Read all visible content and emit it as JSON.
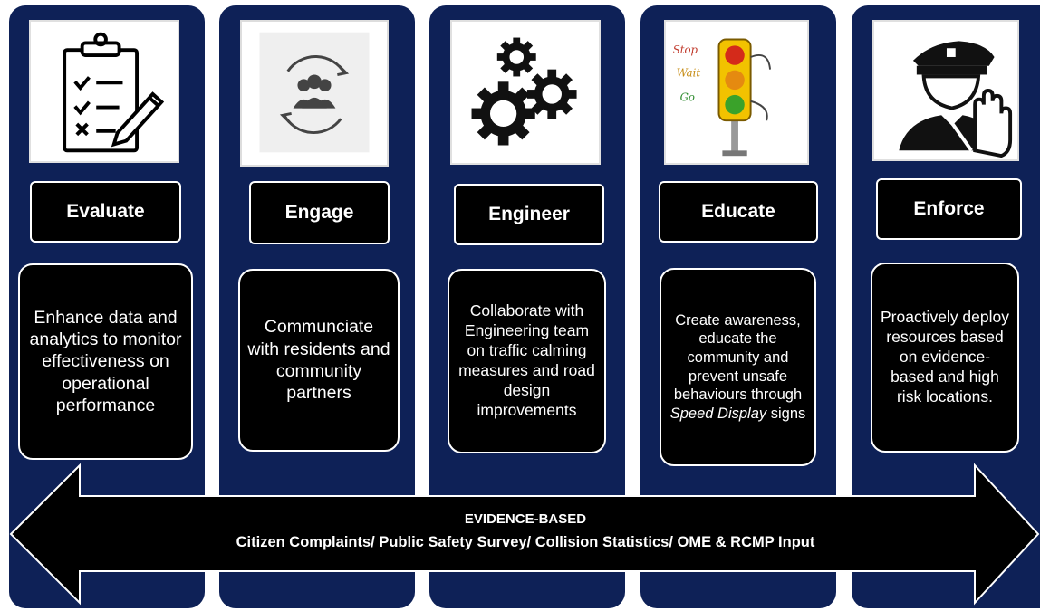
{
  "pillars": [
    {
      "title": "Evaluate",
      "description": "Enhance data and analytics to monitor effectiveness on operational performance",
      "icon": "clipboard-checklist-icon"
    },
    {
      "title": "Engage",
      "description": "Communciate with residents and community partners",
      "icon": "community-cycle-icon"
    },
    {
      "title": "Engineer",
      "description": "Collaborate with Engineering team on traffic calming measures and road design improvements",
      "icon": "gears-icon"
    },
    {
      "title": "Educate",
      "description_part1": "Create awareness, educate the community and prevent unsafe behaviours through ",
      "description_emphasis": "Speed Display",
      "description_part2": " signs",
      "icon": "traffic-light-icon",
      "traffic_light_words": [
        "Stop",
        "Wait",
        "Go"
      ]
    },
    {
      "title": "Enforce",
      "description": "Proactively deploy resources based on evidence-based and high risk locations.",
      "icon": "police-officer-icon"
    }
  ],
  "arrow": {
    "heading": "EVIDENCE-BASED",
    "subheading": "Citizen Complaints/ Public Safety Survey/ Collision Statistics/ OME & RCMP Input"
  },
  "colors": {
    "pillar": "#0e2157",
    "box": "#000000",
    "text": "#ffffff"
  }
}
